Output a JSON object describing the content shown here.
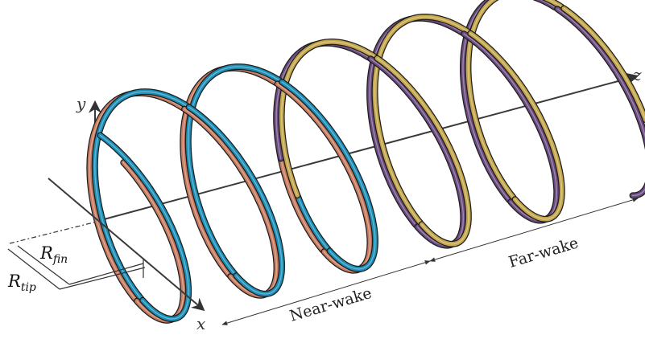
{
  "axes": {
    "x_label": "x",
    "y_label": "y",
    "z_label": "z"
  },
  "radii": {
    "fin": {
      "symbol": "R",
      "subscript": "fin"
    },
    "tip": {
      "symbol": "R",
      "subscript": "tip"
    }
  },
  "regions": {
    "near_wake": "Near-wake",
    "far_wake": "Far-wake"
  },
  "colors": {
    "blade_1_near": "#1a8fb8",
    "blade_2_near": "#c87a5e",
    "blade_1_far": "#c4a64a",
    "blade_2_far": "#6b4a80",
    "axis": "#3a3a3a"
  }
}
